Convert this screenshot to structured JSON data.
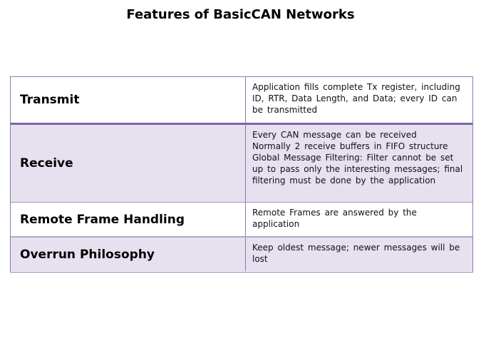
{
  "title": "Features of BasicCAN Networks",
  "table": {
    "rows": [
      {
        "feature": "Transmit",
        "description": "Application fills complete Tx register, including ID, RTR, Data Length, and Data; every ID can be transmitted"
      },
      {
        "feature": "Receive",
        "description": "Every CAN message can be received\nNormally  2 receive buffers in FIFO structure\nGlobal Message Filtering: Filter cannot be set up to pass only the interesting messages; final filtering must be done by the application"
      },
      {
        "feature": "Remote Frame Handling",
        "description": "Remote Frames are answered by the application"
      },
      {
        "feature": "Overrun Philosophy",
        "description": "Keep oldest message; newer messages will be lost"
      }
    ]
  },
  "colors": {
    "border_purple": "#8e7bae",
    "thick_divider_purple": "#7a67a2",
    "alt_row_lavender": "#e7e0ef",
    "text": "#000000",
    "background": "#ffffff"
  }
}
